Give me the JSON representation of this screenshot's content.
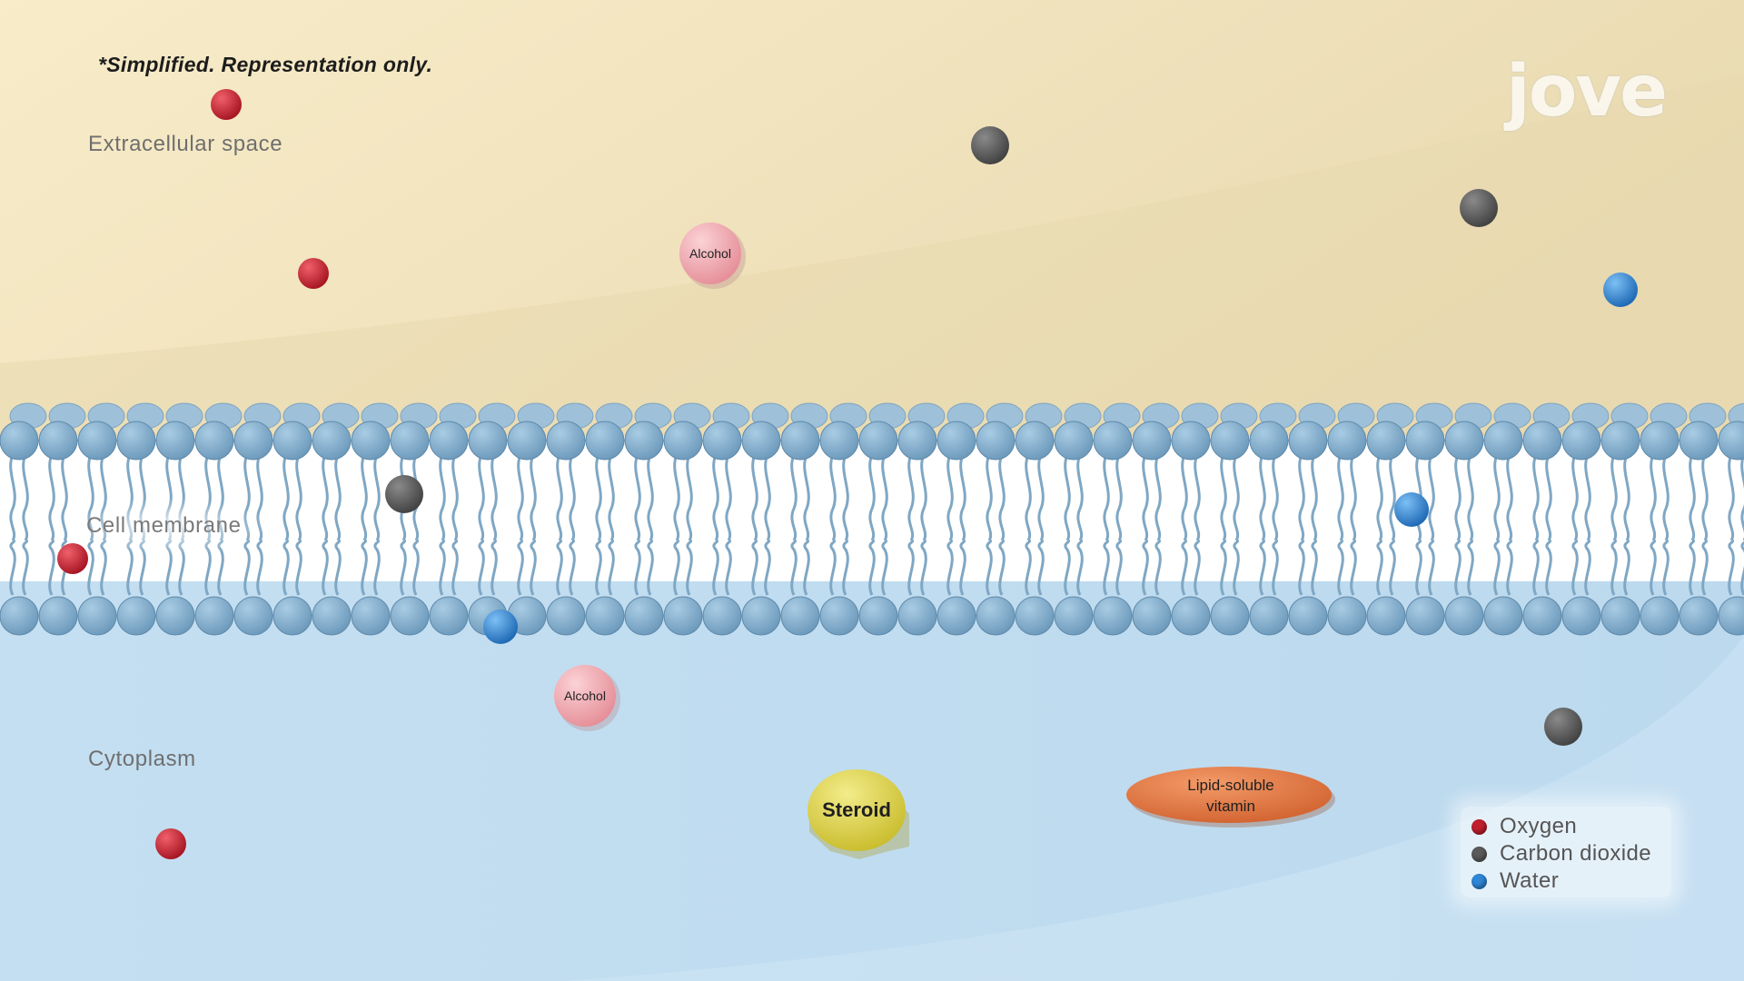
{
  "note": "*Simplified. Representation only.",
  "logo": "jove",
  "regions": {
    "extracellular": "Extracellular space",
    "membrane": "Cell membrane",
    "cytoplasm": "Cytoplasm"
  },
  "molecules": {
    "alcohol_label": "Alcohol",
    "steroid_label": "Steroid",
    "vitamin_line1": "Lipid-soluble",
    "vitamin_line2": "vitamin"
  },
  "legend": {
    "items": [
      {
        "label": "Oxygen",
        "color": "#c0202e"
      },
      {
        "label": "Carbon dioxide",
        "color": "#5a5a5a"
      },
      {
        "label": "Water",
        "color": "#2f86d6"
      }
    ]
  },
  "colors": {
    "oxygen": "#c0202e",
    "carbon_dioxide": "#5a5a5a",
    "water": "#2f86d6",
    "alcohol": "#f0a7ae",
    "steroid": "#e0d64a",
    "vitamin": "#e07440",
    "lipid_head": "#7fa9c9",
    "extracellular_bg": "#f6e9c3",
    "cytoplasm_bg": "#c9e3f3"
  }
}
